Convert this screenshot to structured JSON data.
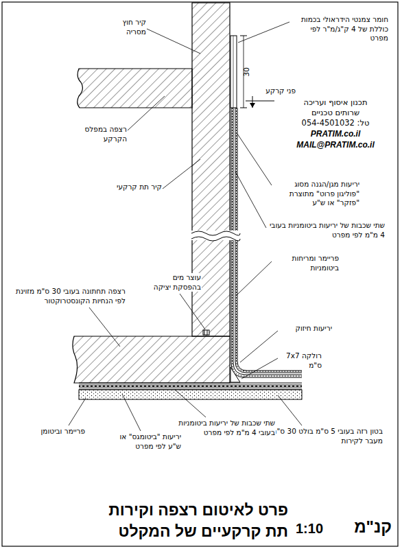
{
  "diagram": {
    "title": "פרט לאיטום רצפה וקירות תת קרקעיים של המקלט",
    "labels": [
      "קיר חוץ מסריה",
      "חומר צמנטי הידראולי בכמות כוללת של 4 ק\"ג/מ\"ר לפי מפרט",
      "30",
      "פני קרקע",
      "תכנון איסוף ועריכה",
      "שרותים טכניים",
      "טל: 054-4501032",
      "PRATIM.co.il",
      "MAIL@PRATIM.co.il",
      "רצפה במפלס הקרקע",
      "קיר תת קרקעי",
      "יריעות מגן/הגנה מסוג \"פוליגון פרוט\" מתוצרת \"פזקר\" או ש\"ע",
      "שתי שכבות של יריעות ביטומניות בעובי 4 מ\"מ לפי מפרט",
      "פריימר ומריחות ביטומניות",
      "עוצר מים בהפסקת יציקה",
      "רצפה תחתונה בעובי 30 ס\"מ מזוינת לפי הנחיות הקונסטרוקטור",
      "יריעות חיזוק",
      "רולקה 7x7 ס\"מ",
      "בטון רזה בעובי 5 ס\"מ בולט 30 ס\"מ מעבר לקירות",
      "שתי שכבות של יריעות ביטומניות בעובי 4 מ\"מ לפי מפרט",
      "יריעות \"ביטומגס\" או ש\"ע לפי מפרט",
      "פריימר וביטומן",
      "קנ\"מ",
      "1:10"
    ]
  }
}
